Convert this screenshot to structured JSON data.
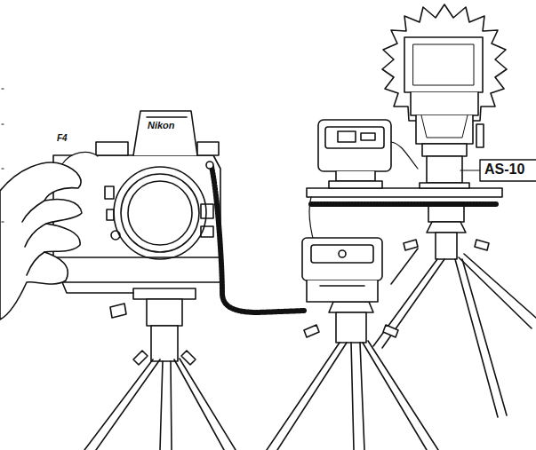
{
  "diagram": {
    "labels": [
      "Nikon",
      "F4",
      "AS-10"
    ]
  }
}
